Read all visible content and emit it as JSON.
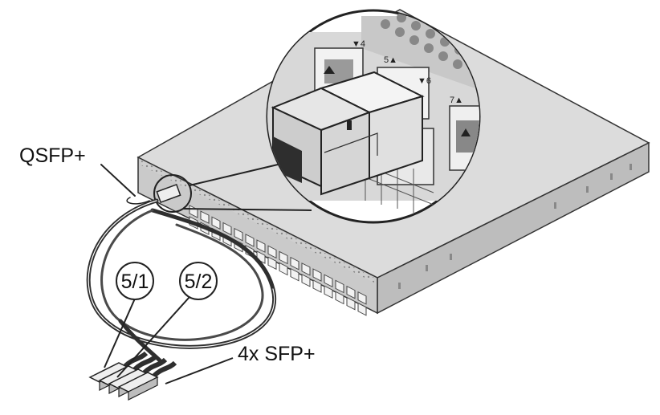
{
  "labels": {
    "qsfp": "QSFP+",
    "sfp": "4x SFP+",
    "port_5_1": "5/1",
    "port_5_2": "5/2"
  },
  "zoom_port_numbers": {
    "p4": "▼4",
    "p5": "5▲",
    "p6": "▼6",
    "p7": "7▲"
  },
  "colors": {
    "chassis_top": "#dcdcdc",
    "chassis_front": "#c9c9c9",
    "chassis_side": "#b9b9b9",
    "cable": "#3a3a3a",
    "outline": "#222222",
    "highlight": "#ffffff"
  }
}
